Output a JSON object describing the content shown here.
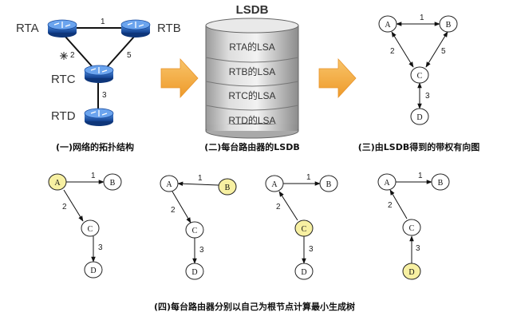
{
  "panel1": {
    "routers": {
      "rta": "RTA",
      "rtb": "RTB",
      "rtc": "RTC",
      "rtd": "RTD"
    },
    "costs": {
      "ab": "1",
      "ac": "2",
      "bc": "5",
      "cd": "3"
    },
    "caption": "(一)网络的拓扑结构"
  },
  "panel2": {
    "title": "LSDB",
    "rows": [
      "RTA的LSA",
      "RTB的LSA",
      "RTC的LSA",
      "RTD的LSA"
    ],
    "caption": "(二)每台路由器的LSDB"
  },
  "panel3": {
    "nodes": {
      "a": "A",
      "b": "B",
      "c": "C",
      "d": "D"
    },
    "costs": {
      "ab": "1",
      "ac": "2",
      "bc": "5",
      "cd": "3"
    },
    "caption": "(三)由LSDB得到的带权有向图"
  },
  "trees": [
    {
      "root": "A",
      "nodes": {
        "a": "A",
        "b": "B",
        "c": "C",
        "d": "D"
      },
      "costs": {
        "ab": "1",
        "ac": "2",
        "cd": "3"
      }
    },
    {
      "root": "B",
      "nodes": {
        "a": "A",
        "b": "B",
        "c": "C",
        "d": "D"
      },
      "costs": {
        "ab": "1",
        "ac": "2",
        "cd": "3"
      }
    },
    {
      "root": "C",
      "nodes": {
        "a": "A",
        "b": "B",
        "c": "C",
        "d": "D"
      },
      "costs": {
        "ab": "1",
        "ac": "2",
        "cd": "3"
      }
    },
    {
      "root": "D",
      "nodes": {
        "a": "A",
        "b": "B",
        "c": "C",
        "d": "D"
      },
      "costs": {
        "ab": "1",
        "ac": "2",
        "cd": "3"
      }
    }
  ],
  "bottom_caption": "(四)每台路由器分别以自己为根节点计算最小生成树",
  "colors": {
    "root_fill": "#f7f0a2",
    "node_fill": "#ffffff",
    "arrow_fill": "#f4a93c",
    "router_blue": "#1f5fb8"
  }
}
